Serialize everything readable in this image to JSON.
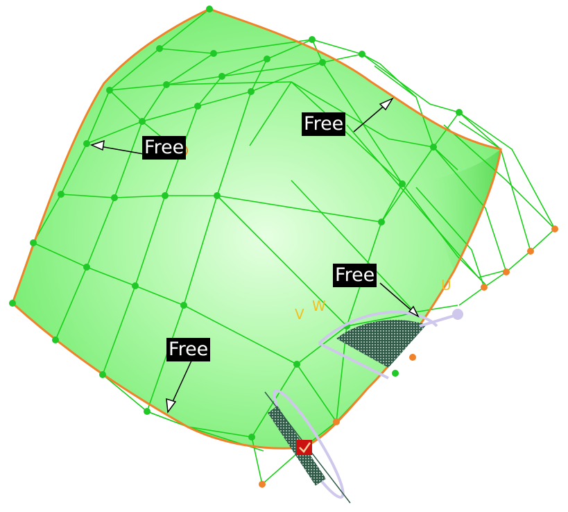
{
  "viewport": {
    "background_color": "#ffffff",
    "surface_fill": "#7ff07a",
    "surface_highlight": "#e6ffe2",
    "surface_edge_color": "#f0822a",
    "control_net_color": "#18d018",
    "control_point_color": "#20c828",
    "edge_point_color": "#f0822a",
    "corner_handle_color": "#cc1111",
    "manipulator_color": "#cfc8ec",
    "axis_label_color": "#f0c020"
  },
  "labels": {
    "free_top_right": "Free",
    "free_left": "Free",
    "free_right": "Free",
    "free_bottom": "Free"
  },
  "axes": {
    "v_label": "V",
    "w_label": "W",
    "u_label": "U"
  },
  "icons": {
    "corner_handle": "checkmark-icon"
  }
}
